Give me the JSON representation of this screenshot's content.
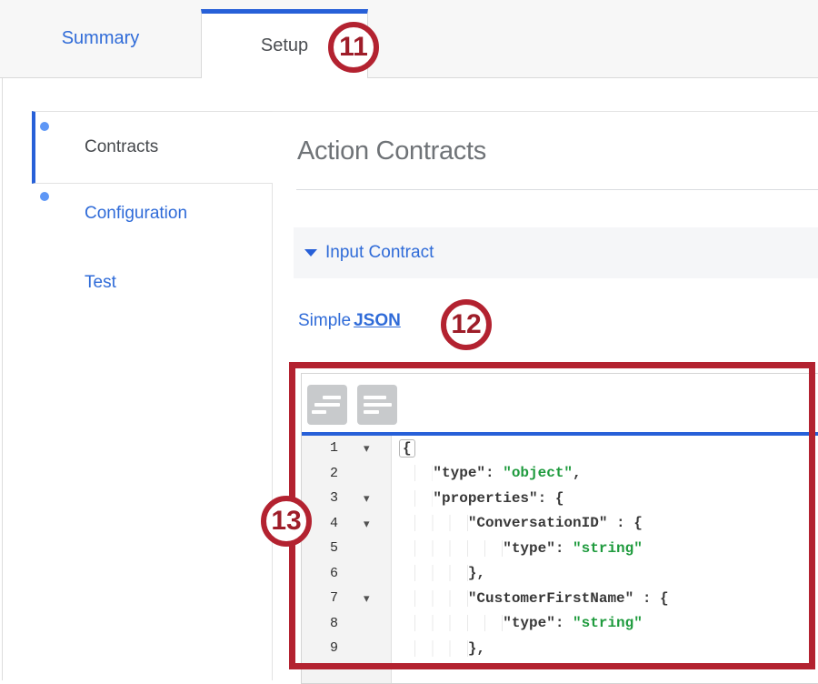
{
  "colors": {
    "accent_blue": "#2760d8",
    "link_blue": "#2f6bd8",
    "annotation_red": "#b32230",
    "string_green": "#1f9b3e",
    "section_bar_bg": "#f5f6f8",
    "gutter_bg": "#f3f3f3"
  },
  "tabs": {
    "summary": "Summary",
    "setup": "Setup"
  },
  "annotations": {
    "step11": "11",
    "step12": "12",
    "step13": "13"
  },
  "sidebar": {
    "items": [
      {
        "label": "Contracts",
        "active": true,
        "dot": true
      },
      {
        "label": "Configuration",
        "active": false,
        "dot": true
      },
      {
        "label": "Test",
        "active": false,
        "dot": false
      }
    ]
  },
  "main": {
    "title": "Action Contracts",
    "input_contract_label": "Input Contract",
    "view_simple_label": "Simple",
    "view_json_label": "JSON",
    "editor": {
      "toolbar": [
        {
          "icon": "outdent-icon"
        },
        {
          "icon": "indent-icon"
        }
      ],
      "lines": [
        {
          "num": "1",
          "fold": true,
          "tokens": [
            {
              "cls": "b",
              "t": "{"
            }
          ]
        },
        {
          "num": "2",
          "fold": false,
          "tokens": [
            {
              "cls": "i",
              "t": "    "
            },
            {
              "cls": "k",
              "t": "\"type\""
            },
            {
              "cls": "p",
              "t": ": "
            },
            {
              "cls": "s",
              "t": "\"object\""
            },
            {
              "cls": "p",
              "t": ","
            }
          ]
        },
        {
          "num": "3",
          "fold": true,
          "tokens": [
            {
              "cls": "i",
              "t": "    "
            },
            {
              "cls": "k",
              "t": "\"properties\""
            },
            {
              "cls": "p",
              "t": ": {"
            }
          ]
        },
        {
          "num": "4",
          "fold": true,
          "tokens": [
            {
              "cls": "i",
              "t": "        "
            },
            {
              "cls": "k",
              "t": "\"ConversationID\""
            },
            {
              "cls": "p",
              "t": " : {"
            }
          ]
        },
        {
          "num": "5",
          "fold": false,
          "tokens": [
            {
              "cls": "i",
              "t": "            "
            },
            {
              "cls": "k",
              "t": "\"type\""
            },
            {
              "cls": "p",
              "t": ": "
            },
            {
              "cls": "s",
              "t": "\"string\""
            }
          ]
        },
        {
          "num": "6",
          "fold": false,
          "tokens": [
            {
              "cls": "i",
              "t": "        "
            },
            {
              "cls": "p",
              "t": "},"
            }
          ]
        },
        {
          "num": "7",
          "fold": true,
          "tokens": [
            {
              "cls": "i",
              "t": "        "
            },
            {
              "cls": "k",
              "t": "\"CustomerFirstName\""
            },
            {
              "cls": "p",
              "t": " : {"
            }
          ]
        },
        {
          "num": "8",
          "fold": false,
          "tokens": [
            {
              "cls": "i",
              "t": "            "
            },
            {
              "cls": "k",
              "t": "\"type\""
            },
            {
              "cls": "p",
              "t": ": "
            },
            {
              "cls": "s",
              "t": "\"string\""
            }
          ]
        },
        {
          "num": "9",
          "fold": false,
          "tokens": [
            {
              "cls": "i",
              "t": "        "
            },
            {
              "cls": "p",
              "t": "},"
            }
          ]
        }
      ],
      "fold_icon": "▾"
    }
  }
}
